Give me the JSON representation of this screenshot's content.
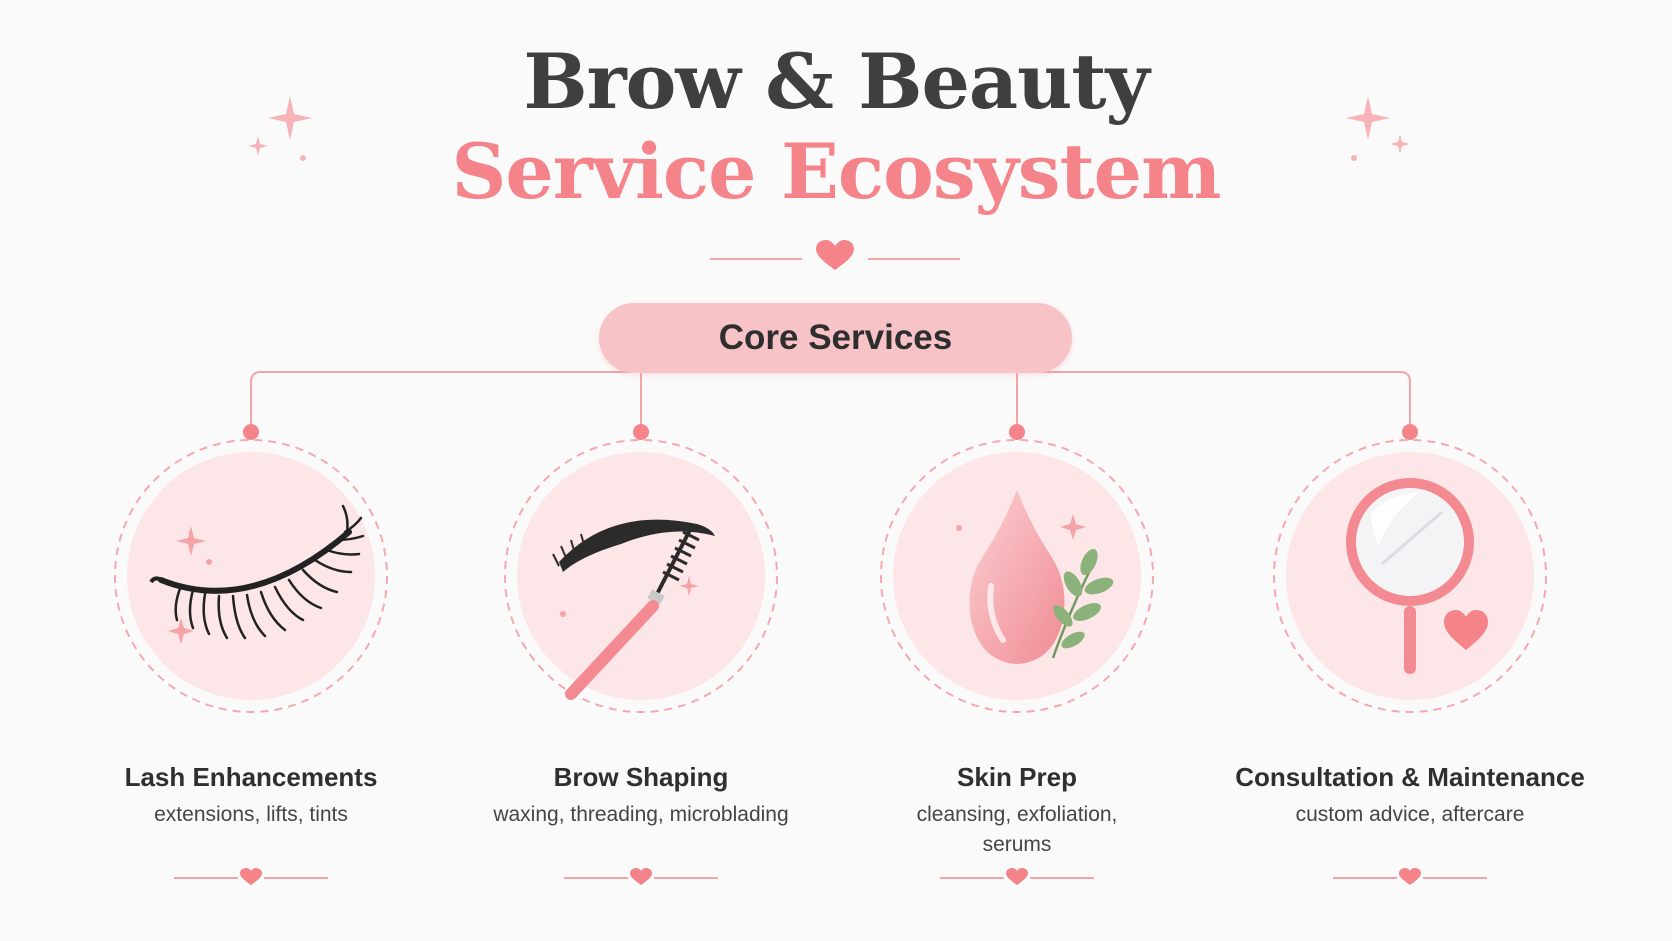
{
  "header": {
    "title_line1": "Brow & Beauty",
    "title_line2": "Service Ecosystem"
  },
  "core": {
    "label": "Core Services"
  },
  "services": [
    {
      "title": "Lash Enhancements",
      "description": "extensions, lifts, tints",
      "icon": "eyelash-icon"
    },
    {
      "title": "Brow Shaping",
      "description": "waxing, threading, microblading",
      "icon": "brow-spoolie-icon"
    },
    {
      "title": "Skin Prep",
      "description": "cleansing, exfoliation, serums",
      "icon": "droplet-leaf-icon"
    },
    {
      "title": "Consultation & Maintenance",
      "description": "custom advice, aftercare",
      "icon": "hand-mirror-icon"
    }
  ],
  "colors": {
    "accent_pink": "#f4848a",
    "soft_pink": "#f8c3c6",
    "circle_fill": "#fde6e7",
    "text_dark": "#3f3f3f"
  }
}
